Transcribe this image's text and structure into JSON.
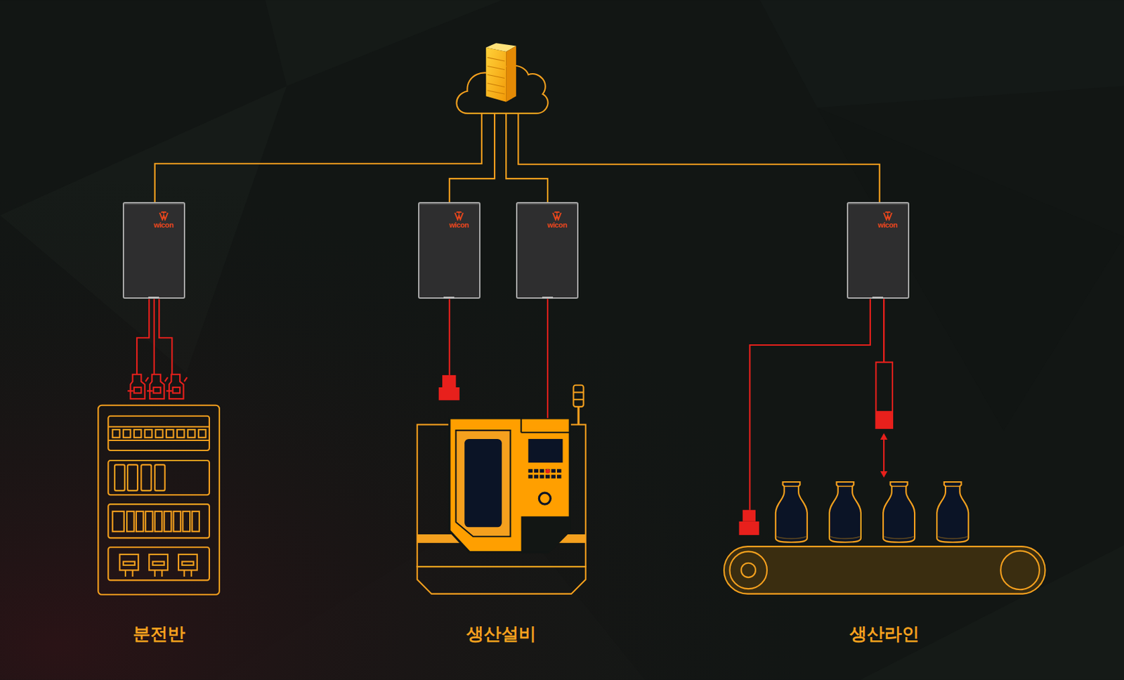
{
  "diagram": {
    "nodes": [
      {
        "text": [
          "wicon"
        ]
      },
      {
        "text": [
          "wicon"
        ]
      },
      {
        "text": [
          "wicon"
        ]
      },
      {
        "text": [
          "wicon"
        ]
      },
      {
        "text": [
          "분전반"
        ]
      },
      {
        "text": [
          "생산설비"
        ]
      },
      {
        "text": [
          "생산라인"
        ]
      }
    ],
    "edges": [
      {
        "from": 0,
        "to": 4,
        "arrow": "none"
      },
      {
        "from": 2,
        "to": 5,
        "arrow": "none"
      },
      {
        "from": 3,
        "to": 6,
        "arrow": "none"
      }
    ]
  }
}
